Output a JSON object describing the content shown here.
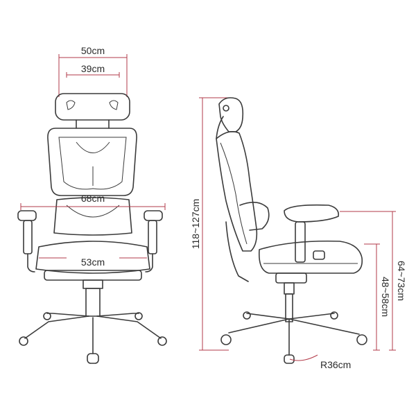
{
  "dimensions": {
    "overall_width": "50cm",
    "headrest_width": "39cm",
    "armrest_span": "68cm",
    "seat_width": "53cm",
    "total_height": "118~127cm",
    "seat_height": "48~58cm",
    "armrest_height": "64~73cm",
    "recline_radius": "R36cm"
  },
  "colors": {
    "line": "#3a3a3a",
    "dimension": "#b23a48"
  }
}
